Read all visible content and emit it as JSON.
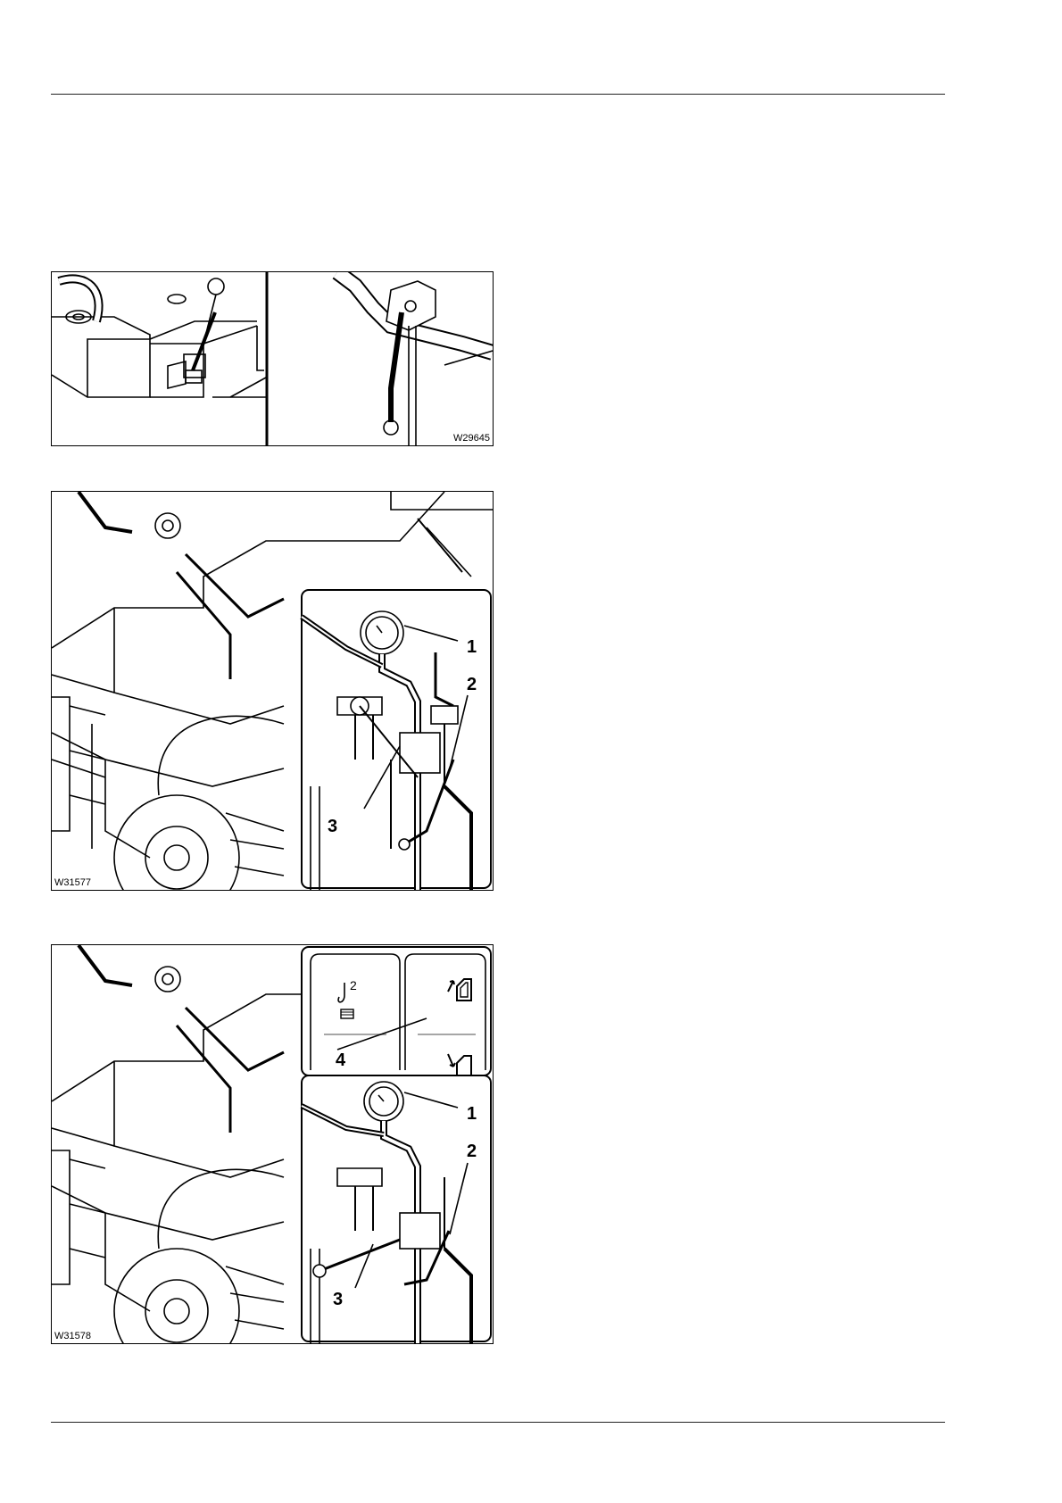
{
  "figures": [
    {
      "code": "W29645",
      "callouts": []
    },
    {
      "code": "W31577",
      "callouts": [
        "1",
        "2",
        "3"
      ]
    },
    {
      "code": "W31578",
      "callouts": [
        "1",
        "2",
        "3",
        "4"
      ]
    }
  ],
  "icons": [
    "hook-2-icon",
    "outrigger-up-icon",
    "outrigger-down-icon"
  ],
  "colors": {
    "line": "#000000",
    "background": "#ffffff"
  }
}
